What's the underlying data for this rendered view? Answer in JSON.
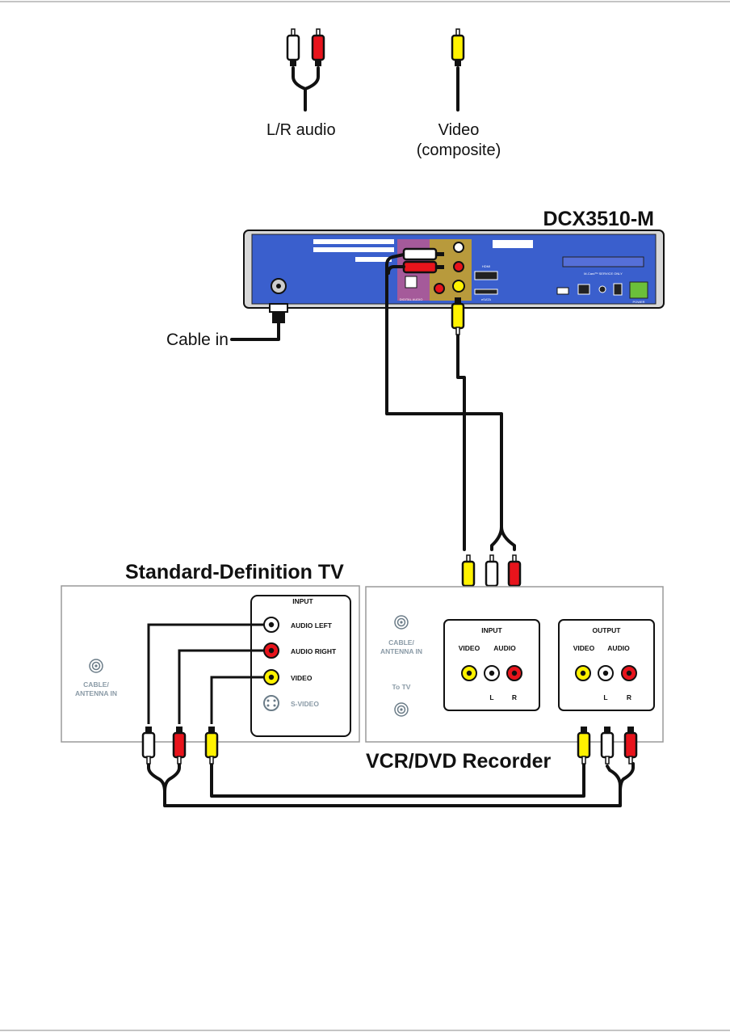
{
  "legend": {
    "audio_label": "L/R audio",
    "video_label_line1": "Video",
    "video_label_line2": "(composite)"
  },
  "device": {
    "model": "DCX3510-M",
    "cable_in_label": "Cable in",
    "port_labels": {
      "digital_audio": "DIGITAL AUDIO",
      "hdmi": "HDMI",
      "esata": "eSATA",
      "cablecard": "M-Card™ SERVICE ONLY",
      "power": "POWER"
    }
  },
  "tv": {
    "title": "Standard-Definition TV",
    "input_header": "INPUT",
    "audio_left": "AUDIO LEFT",
    "audio_right": "AUDIO RIGHT",
    "video": "VIDEO",
    "s_video": "S-VIDEO",
    "cable_antenna_line1": "CABLE/",
    "cable_antenna_line2": "ANTENNA IN"
  },
  "vcr": {
    "title": "VCR/DVD Recorder",
    "cable_antenna_line1": "CABLE/",
    "cable_antenna_line2": "ANTENNA IN",
    "to_tv": "To TV",
    "input_header": "INPUT",
    "output_header": "OUTPUT",
    "video_col": "VIDEO",
    "audio_col": "AUDIO",
    "left": "L",
    "right": "R"
  },
  "colors": {
    "audio_left_white": "#ffffff",
    "audio_right_red": "#e8141c",
    "video_yellow": "#fff200",
    "device_blue": "#3a5fcd",
    "panel_border": "#9a9a9a"
  }
}
